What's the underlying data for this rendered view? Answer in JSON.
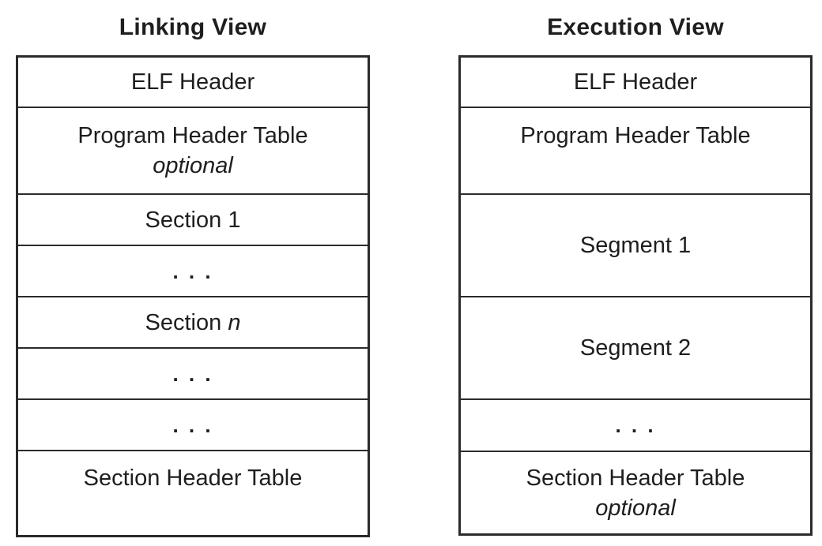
{
  "colors": {
    "background": "#ffffff",
    "border": "#2b2b2b",
    "text": "#1e1e1e"
  },
  "columns": [
    {
      "title": "Linking View",
      "rows": [
        {
          "label": "ELF Header",
          "height": 62
        },
        {
          "label": "Program Header Table",
          "sublabel": "optional",
          "height": 110
        },
        {
          "label": "Section 1",
          "height": 65
        },
        {
          "label": ". . .",
          "dots": true,
          "height": 65
        },
        {
          "label": "Section",
          "label_italic": "n",
          "height": 65
        },
        {
          "label": ". . .",
          "dots": true,
          "height": 65
        },
        {
          "label": ". . .",
          "dots": true,
          "height": 65
        },
        {
          "label": "Section Header Table",
          "sublabel": "",
          "height": 108
        }
      ]
    },
    {
      "title": "Execution View",
      "rows": [
        {
          "label": "ELF Header",
          "height": 62
        },
        {
          "label": "Program Header Table",
          "sublabel": "",
          "height": 110
        },
        {
          "label": "Segment 1",
          "height": 130
        },
        {
          "label": "Segment 2",
          "height": 130
        },
        {
          "label": ". . .",
          "dots": true,
          "height": 66
        },
        {
          "label": "Section Header Table",
          "sublabel": "optional",
          "height": 105
        }
      ]
    }
  ]
}
